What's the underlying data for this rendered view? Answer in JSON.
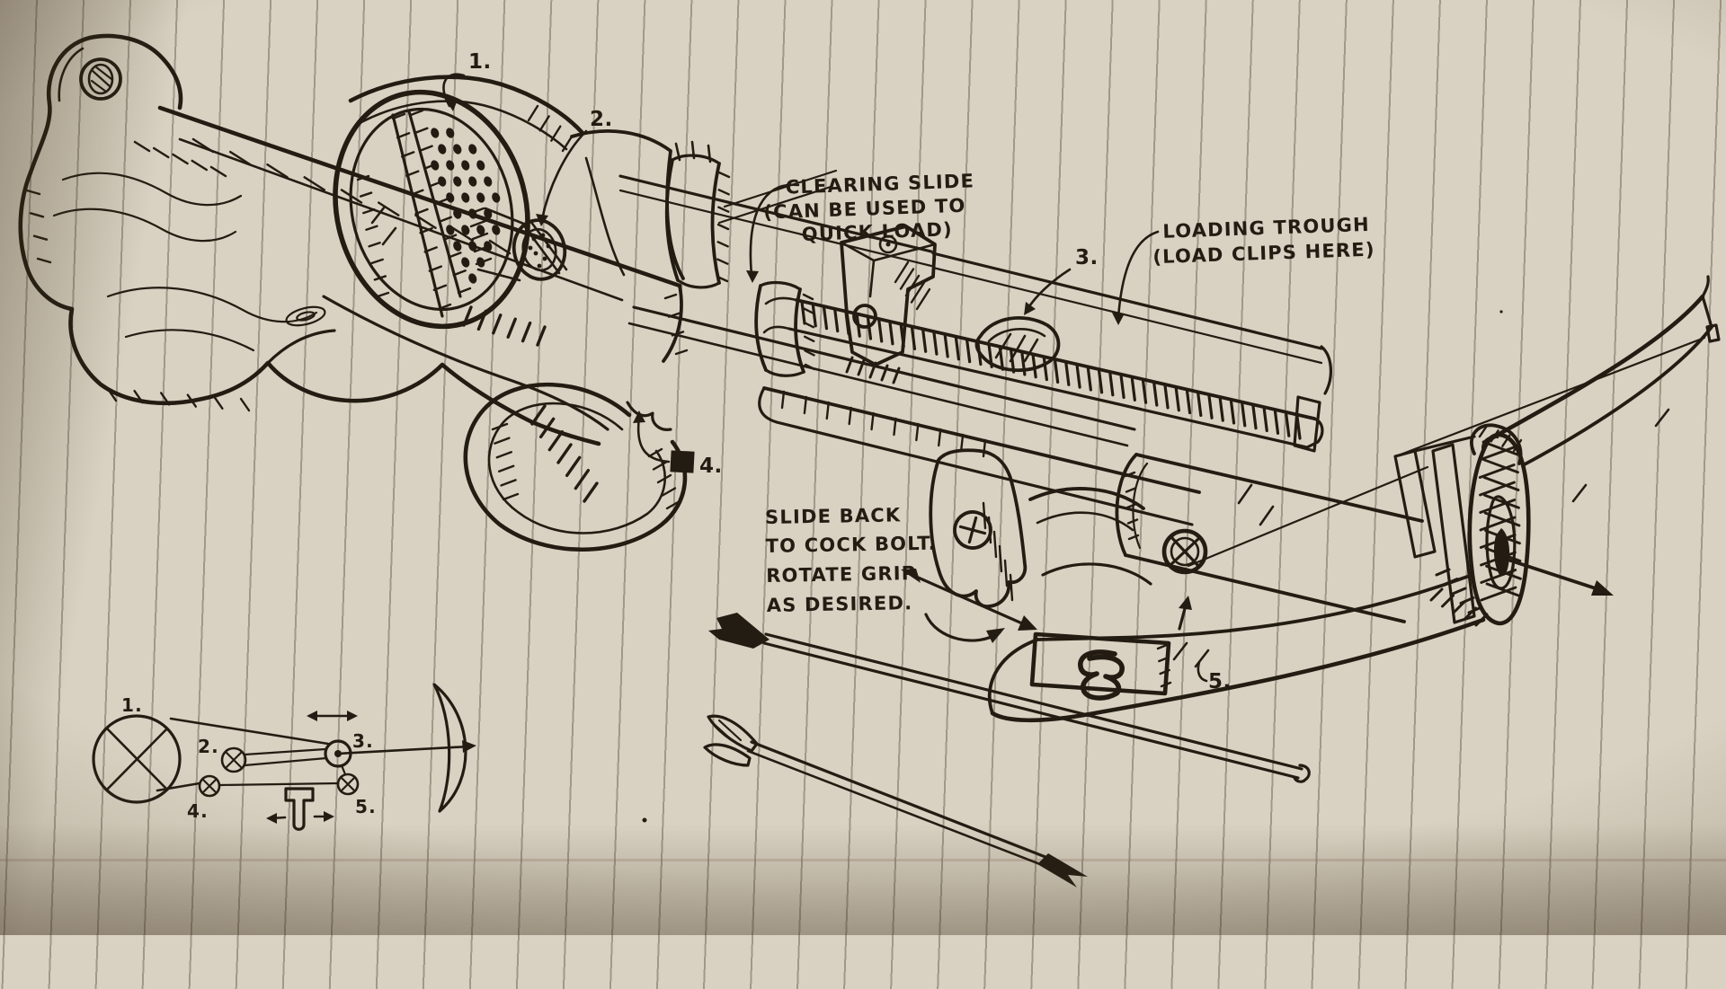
{
  "page": {
    "description": "Hand-drawn crossbow design sketch on vertically ruled notebook paper",
    "colors": {
      "ink": "#231c12",
      "paper": "#d9d2c2",
      "rule_line": "#68604f"
    }
  },
  "labels": {
    "p1": "1.",
    "p2": "2.",
    "p3": "3.",
    "p4": "4.",
    "p5": "5."
  },
  "annotations": {
    "clearing_slide": {
      "lines": [
        "CLEARING SLIDE",
        "(CAN BE USED TO",
        "QUICK LOAD)"
      ]
    },
    "loading_trough": {
      "lines": [
        "LOADING TROUGH",
        "(LOAD CLIPS HERE)"
      ]
    },
    "cocking": {
      "lines": [
        "SLIDE BACK",
        "TO COCK BOLT.",
        "ROTATE GRIP",
        "AS DESIRED."
      ]
    }
  },
  "mini_diagram": {
    "labels": [
      "1.",
      "2.",
      "3.",
      "4.",
      "5."
    ]
  }
}
